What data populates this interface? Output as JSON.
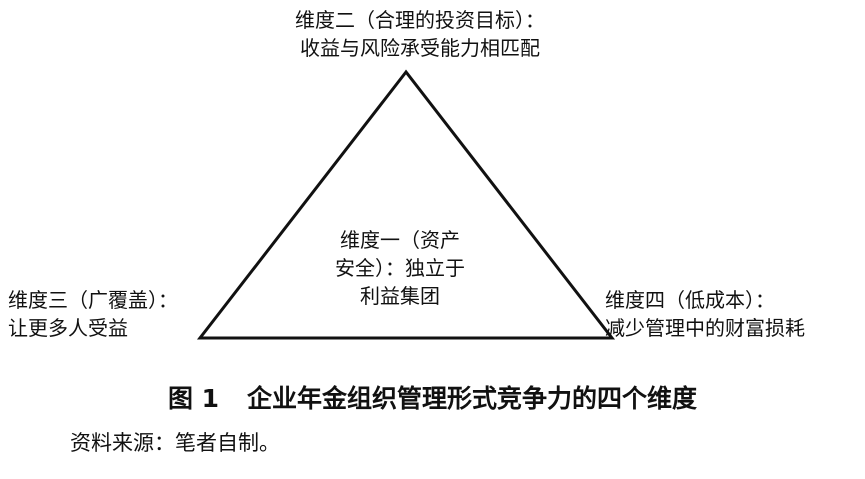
{
  "diagram": {
    "top": {
      "line1": "维度二（合理的投资目标）：",
      "line2": "收益与风险承受能力相匹配"
    },
    "center": {
      "line1": "维度一（资产",
      "line2": "安全）：独立于",
      "line3": "利益集团"
    },
    "left": {
      "line1": "维度三（广覆盖）：",
      "line2": "让更多人受益"
    },
    "right": {
      "line1": "维度四（低成本）：",
      "line2": "减少管理中的财富损耗"
    }
  },
  "caption": {
    "number": "图 1",
    "title": "企业年金组织管理形式竞争力的四个维度"
  },
  "source": "资料来源：笔者自制。",
  "colors": {
    "ink": "#111111",
    "background": "#ffffff"
  }
}
